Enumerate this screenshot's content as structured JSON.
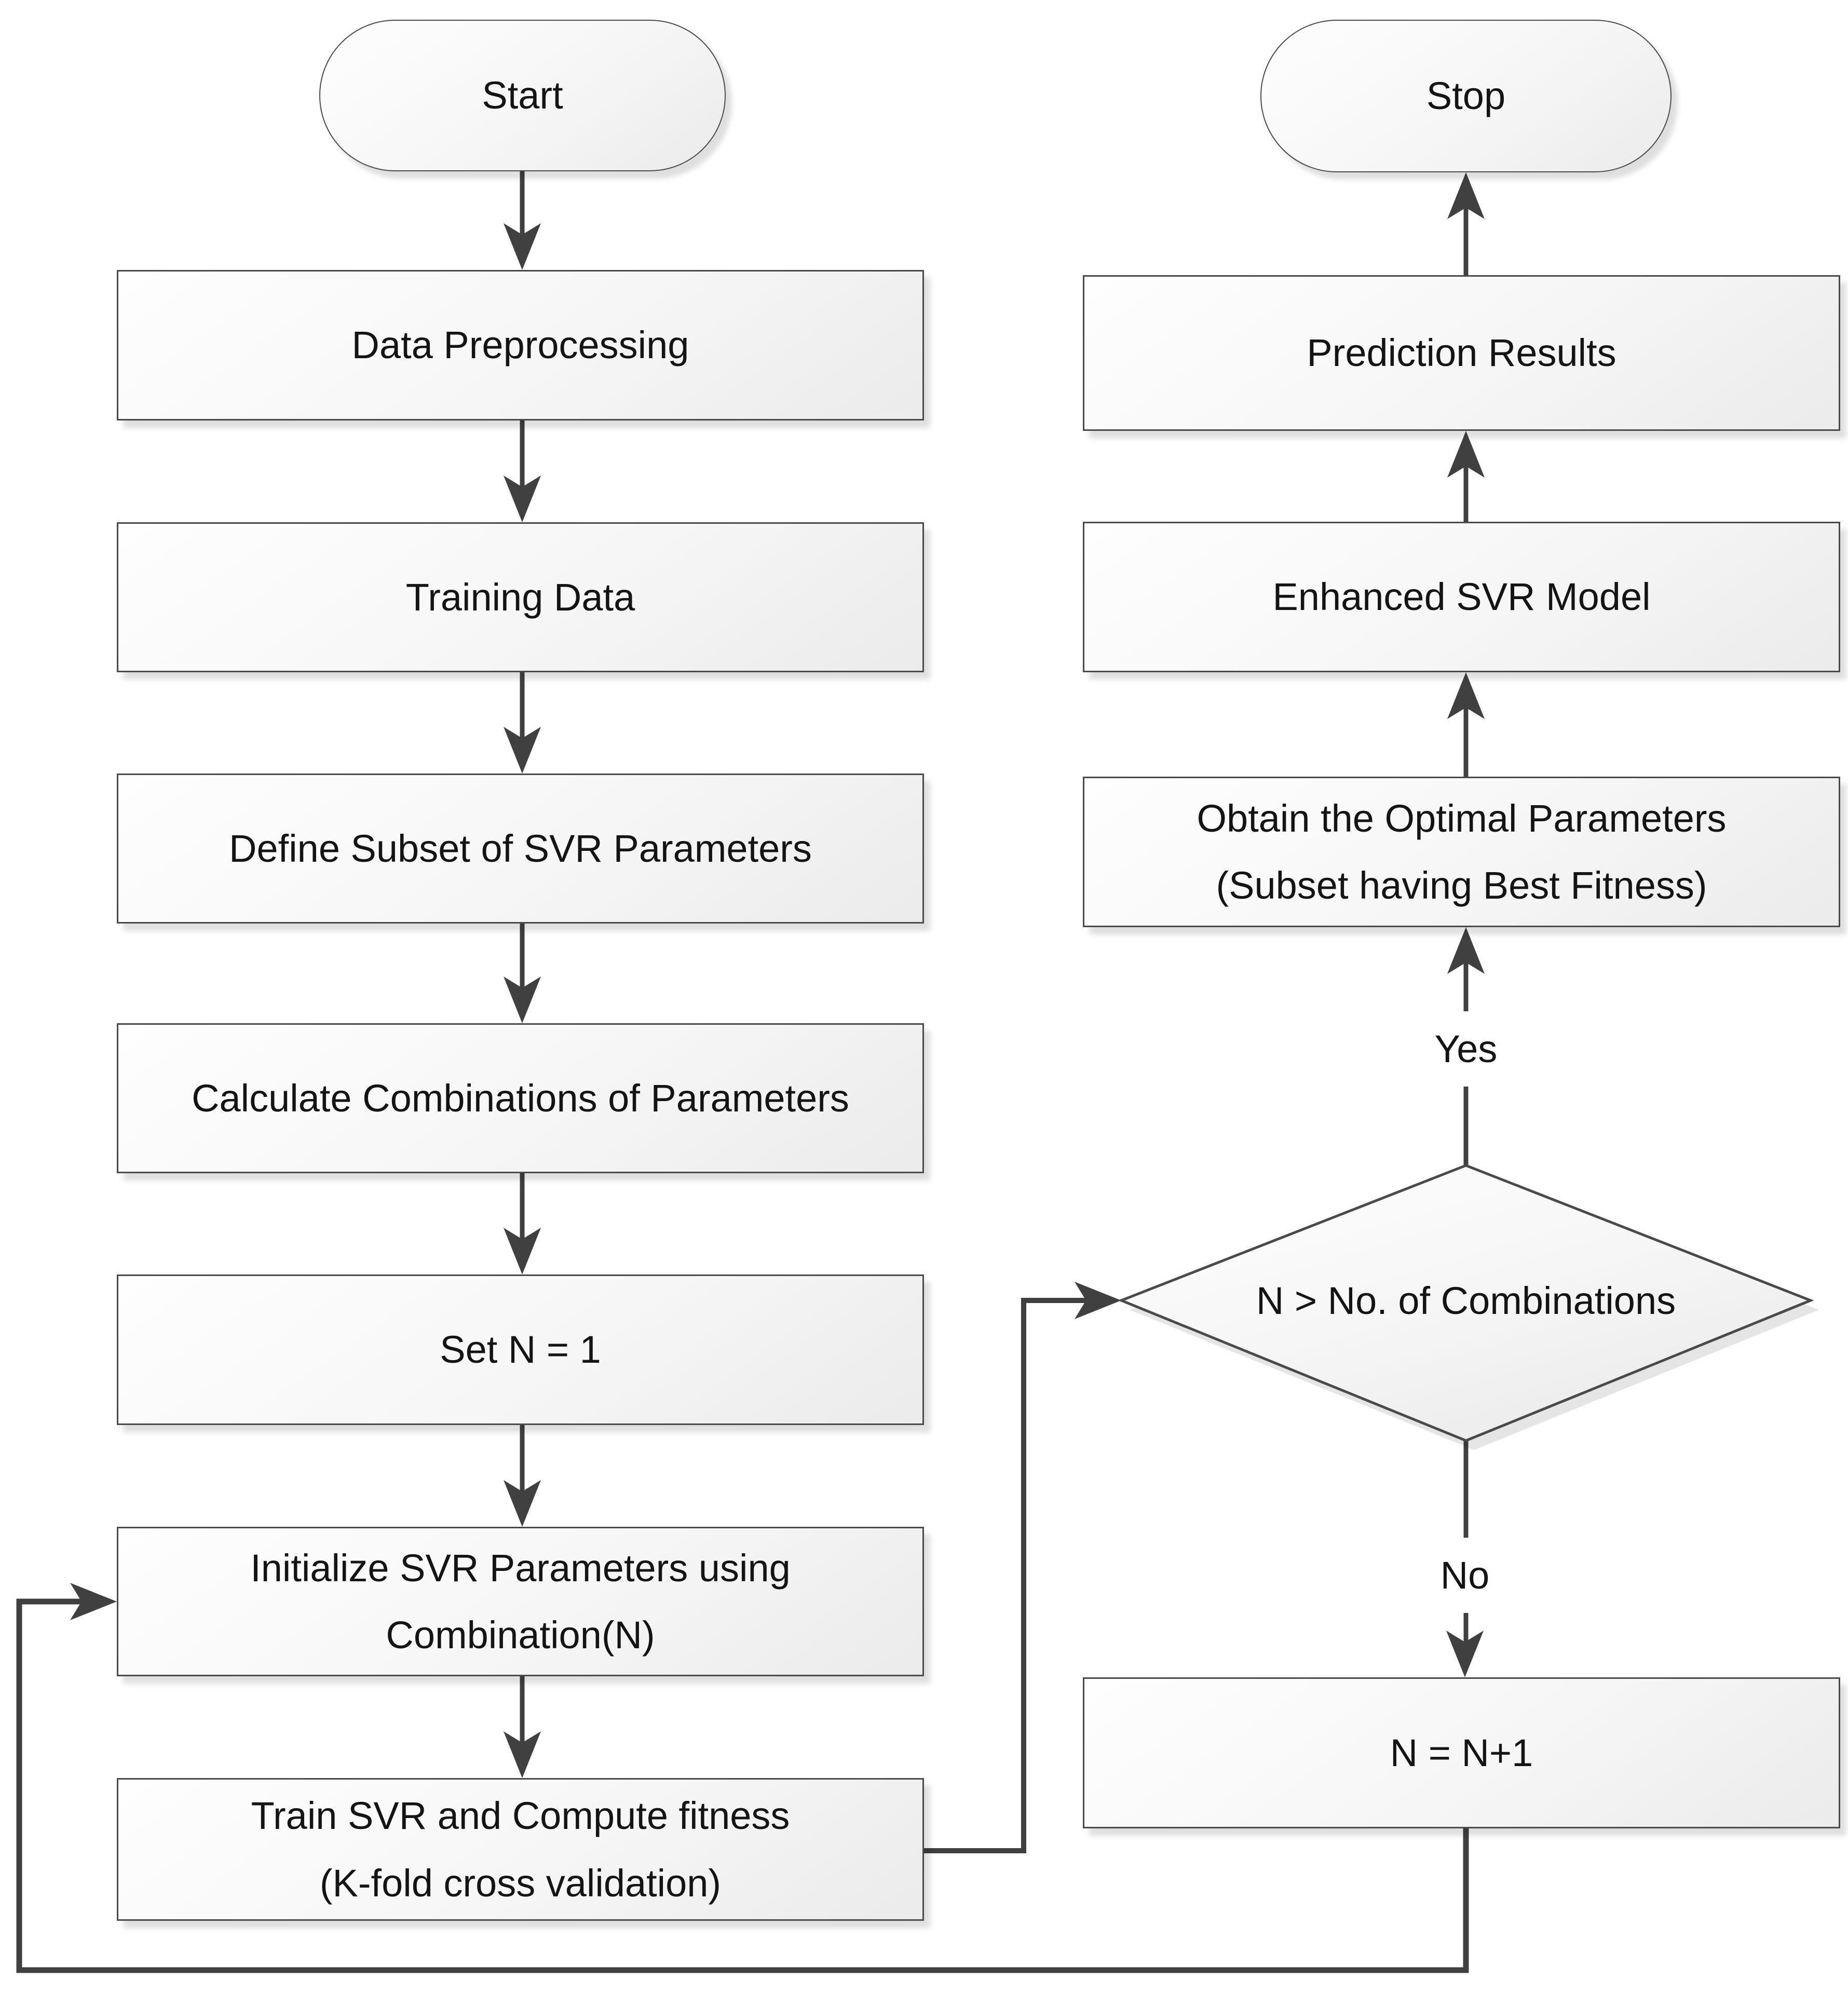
{
  "nodes": {
    "start": {
      "label": "Start"
    },
    "data_preprocessing": {
      "label": "Data Preprocessing"
    },
    "training_data": {
      "label": "Training Data"
    },
    "define_subset": {
      "label": "Define Subset of SVR Parameters"
    },
    "calculate_combinations": {
      "label": "Calculate Combinations of Parameters"
    },
    "set_n": {
      "label": "Set N = 1"
    },
    "initialize": {
      "line1": "Initialize SVR Parameters using",
      "line2": "Combination(N)"
    },
    "train": {
      "line1": "Train SVR and Compute fitness",
      "line2": "(K-fold cross validation)"
    },
    "decision": {
      "label": "N > No. of Combinations"
    },
    "increment": {
      "label": "N = N+1"
    },
    "obtain": {
      "line1": "Obtain the Optimal Parameters",
      "line2": "(Subset having Best Fitness)"
    },
    "enhanced": {
      "label": "Enhanced SVR Model"
    },
    "prediction": {
      "label": "Prediction Results"
    },
    "stop": {
      "label": "Stop"
    }
  },
  "edge_labels": {
    "yes": "Yes",
    "no": "No"
  },
  "colors": {
    "background": "#ffffff",
    "shape_border": "#4a4a4a",
    "shape_fill_top": "#fefefe",
    "shape_fill_bottom": "#ebebeb",
    "connector": "#404040",
    "text": "#141414"
  }
}
